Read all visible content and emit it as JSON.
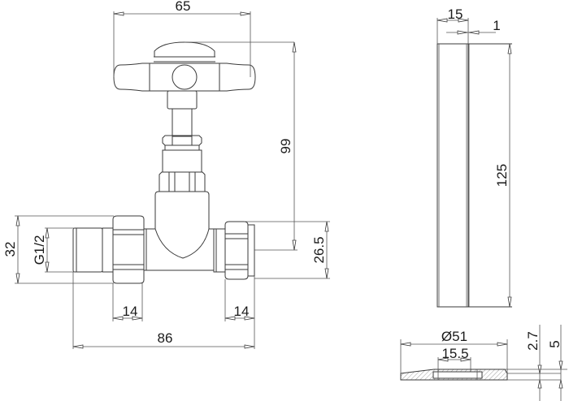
{
  "drawing": {
    "title": "Radiator valve technical drawing",
    "line_color": "#3a3a3a",
    "background": "#ffffff"
  },
  "dimensions": {
    "handle_width": "65",
    "total_height": "99",
    "body_height": "32",
    "thread": "G1/2",
    "outlet_height": "26.5",
    "left_nut": "14",
    "right_nut": "14",
    "total_length": "86",
    "shroud_width": "15",
    "shroud_gap": "1",
    "shroud_length": "125",
    "rose_diameter": "Ø51",
    "rose_inner": "15.5",
    "rose_thickness_inner": "2.7",
    "rose_thickness": "5"
  }
}
